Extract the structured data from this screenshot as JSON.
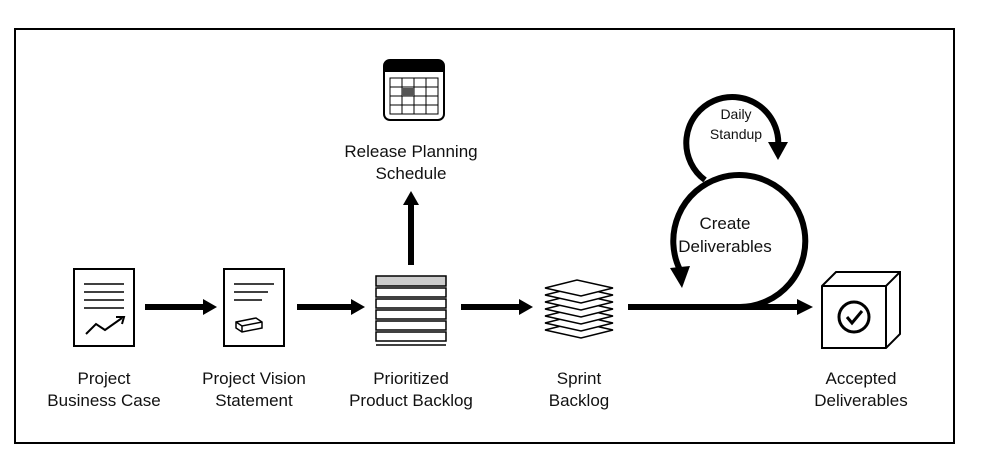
{
  "diagram": {
    "nodes": {
      "business_case": "Project\nBusiness Case",
      "vision": "Project Vision\nStatement",
      "backlog": "Prioritized\nProduct Backlog",
      "release": "Release Planning\nSchedule",
      "sprint": "Sprint\nBacklog",
      "accepted": "Accepted\nDeliverables"
    },
    "loops": {
      "standup": "Daily\nStandup",
      "create": "Create\nDeliverables"
    }
  }
}
